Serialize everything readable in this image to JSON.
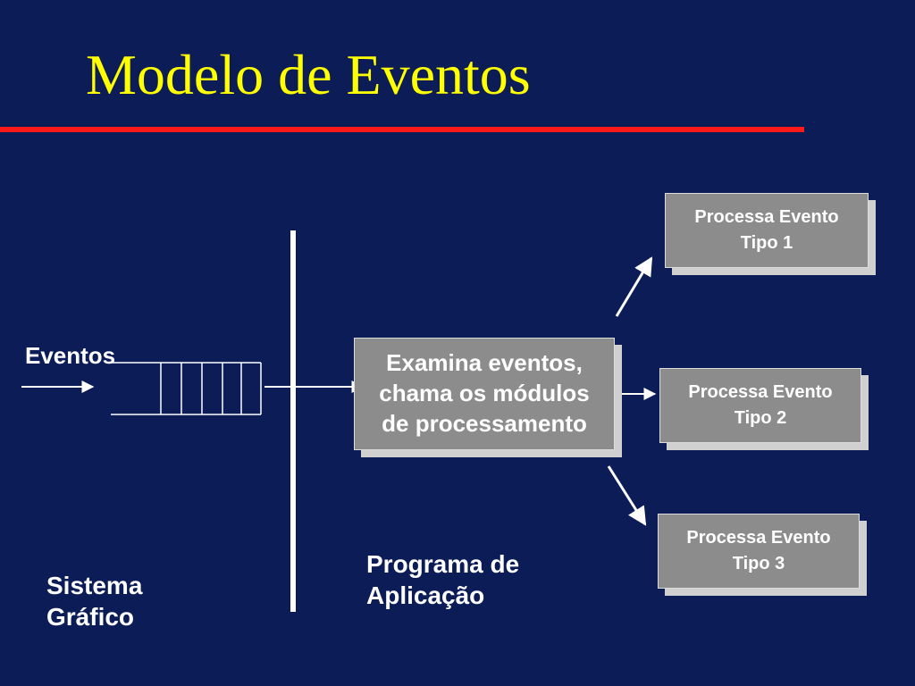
{
  "title": "Modelo de Eventos",
  "labels": {
    "eventos": "Eventos",
    "sistema_grafico": "Sistema\nGráfico",
    "programa_aplicacao": "Programa de\nAplicação"
  },
  "boxes": {
    "main": "Examina eventos,\nchama os módulos\nde  processamento",
    "tipo1": "Processa Evento\nTipo 1",
    "tipo2": "Processa Evento\nTipo 2",
    "tipo3": "Processa Evento\nTipo 3"
  },
  "colors": {
    "background": "#0b1c57",
    "title": "#ffff00",
    "rule": "#ff1a1a",
    "box_fill": "#8c8c8c",
    "box_shadow": "#d0d0d0"
  }
}
